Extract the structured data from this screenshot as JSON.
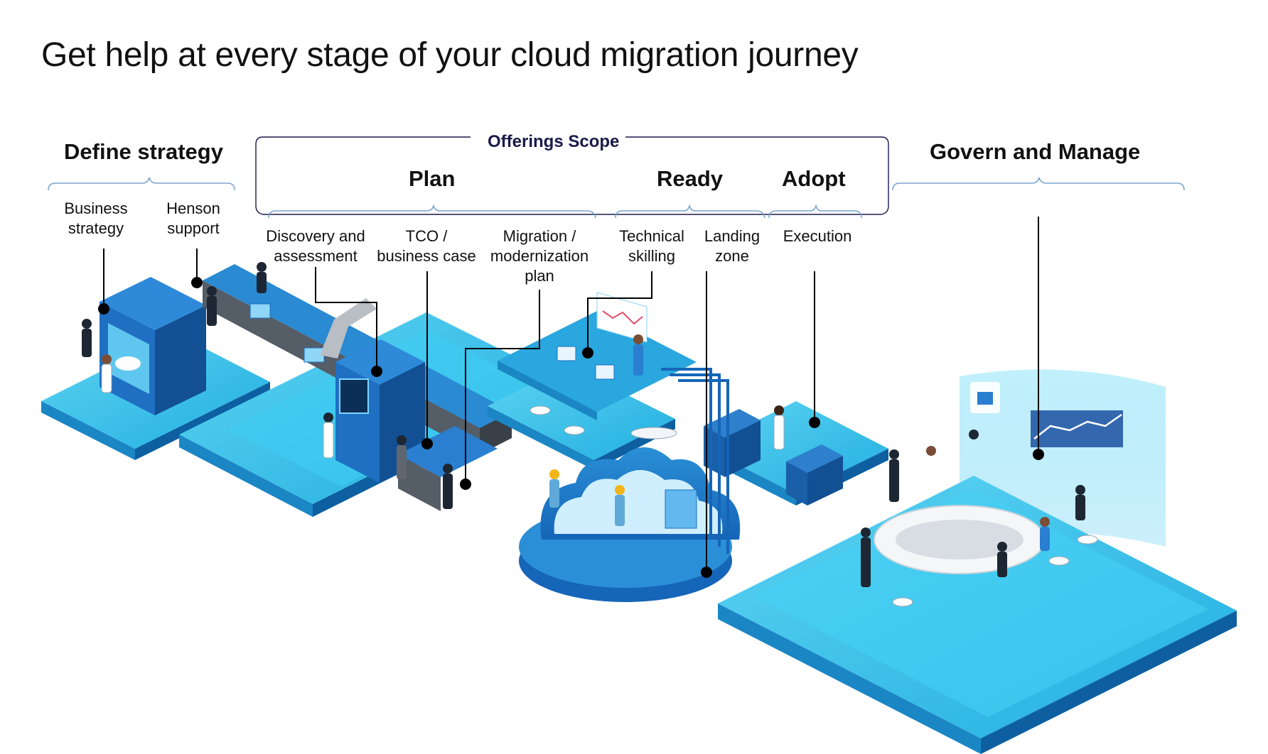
{
  "title": "Get help at every stage of your cloud migration journey",
  "scope_label": "Offerings Scope",
  "phases": {
    "define": "Define strategy",
    "plan": "Plan",
    "ready": "Ready",
    "adopt": "Adopt",
    "govern": "Govern and Manage"
  },
  "steps": {
    "business_strategy": [
      "Business",
      "strategy"
    ],
    "henson_support": [
      "Henson",
      "support"
    ],
    "discovery": [
      "Discovery and",
      "assessment"
    ],
    "tco": [
      "TCO /",
      "business case"
    ],
    "migration_plan": [
      "Migration /",
      "modernization",
      "plan"
    ],
    "technical_skilling": [
      "Technical",
      "skilling"
    ],
    "landing_zone": [
      "Landing",
      "zone"
    ],
    "execution": [
      "Execution"
    ]
  },
  "colors": {
    "platform_top": "#33c3ea",
    "platform_side": "#1b86c4",
    "platform_dark": "#0d5fa0",
    "machine": "#1f6fc2",
    "machine_dark": "#124f93",
    "leader": "#000000"
  }
}
